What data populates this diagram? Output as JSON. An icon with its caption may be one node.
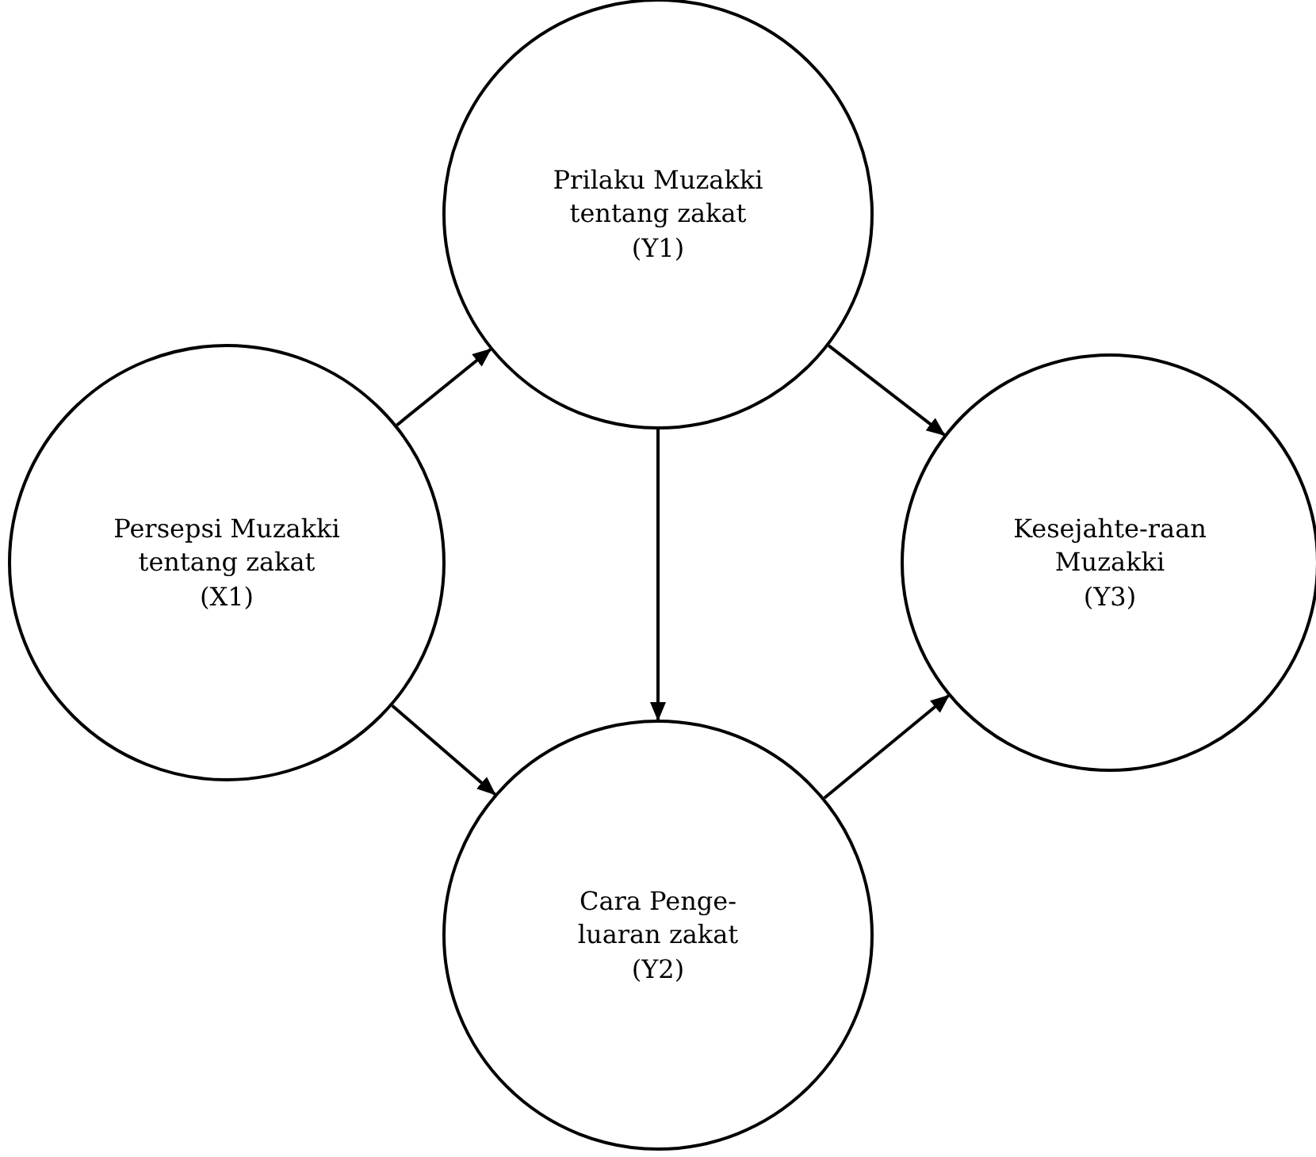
{
  "diagram": {
    "nodes": [
      {
        "text": [
          "Persepsi Muzakki tentang zakat",
          "(X1)"
        ]
      },
      {
        "text": [
          "Prilaku Muzakki tentang zakat",
          "(Y1)"
        ]
      },
      {
        "text": [
          "Cara Penge- luaran zakat",
          "(Y2)"
        ]
      },
      {
        "text": [
          "Kesejahte-raan Muzakki",
          "(Y3)"
        ]
      }
    ],
    "edges": [
      {
        "from": 0,
        "to": 1,
        "arrow": "to"
      },
      {
        "from": 0,
        "to": 2,
        "arrow": "to"
      },
      {
        "from": 1,
        "to": 2,
        "arrow": "to"
      },
      {
        "from": 1,
        "to": 3,
        "arrow": "to"
      },
      {
        "from": 2,
        "to": 3,
        "arrow": "to"
      }
    ]
  }
}
